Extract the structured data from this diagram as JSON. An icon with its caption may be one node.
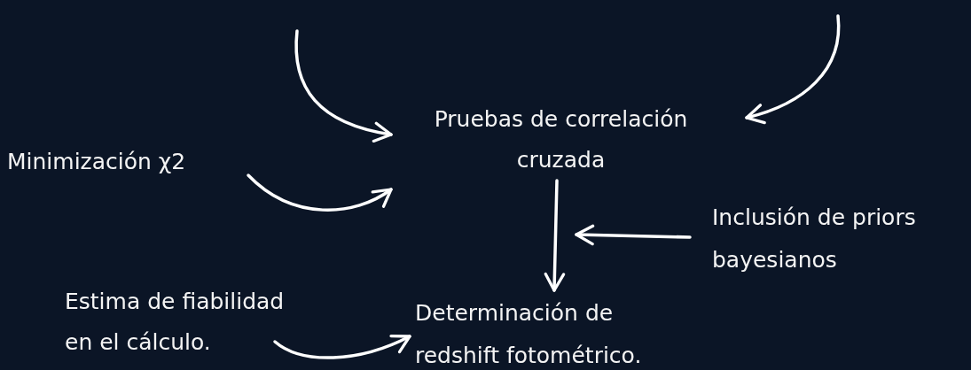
{
  "diagram": {
    "nodes": [
      {
        "text": [
          "Pruebas de correlación cruzada"
        ]
      },
      {
        "text": [
          "Minimización χ2"
        ]
      },
      {
        "text": [
          "Inclusión de priors bayesianos"
        ]
      },
      {
        "text": [
          "Estima de fiabilidad en el cálculo."
        ]
      },
      {
        "text": [
          "Determinación de redshift fotométrico."
        ]
      }
    ],
    "edges": [
      {
        "from": null,
        "to": 0,
        "arrow": "to"
      },
      {
        "from": null,
        "to": 0,
        "arrow": "to"
      },
      {
        "from": 1,
        "to": 0,
        "arrow": "to"
      },
      {
        "from": 0,
        "to": 4,
        "arrow": "to"
      },
      {
        "from": 2,
        "to": null,
        "arrow": "to"
      },
      {
        "from": 3,
        "to": 4,
        "arrow": "to"
      }
    ]
  }
}
